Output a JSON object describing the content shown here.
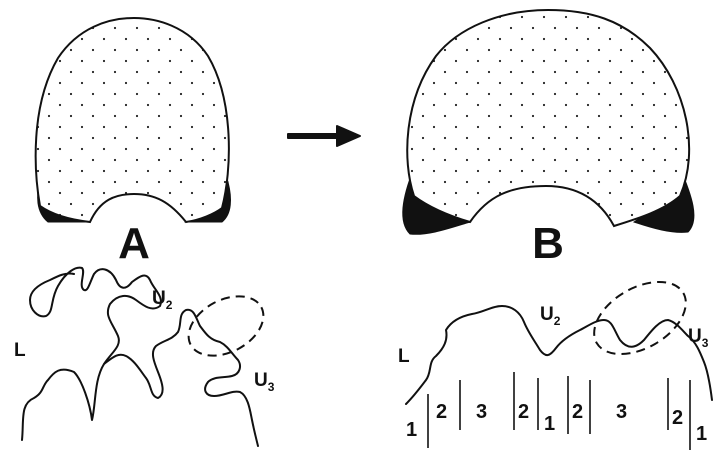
{
  "panel_a": {
    "letter": "A",
    "suture_label_l": "L",
    "suture_label_u2": {
      "base": "U",
      "sub": "2"
    },
    "suture_label_u3": {
      "base": "U",
      "sub": "3"
    }
  },
  "panel_b": {
    "letter": "B",
    "suture_label_l": "L",
    "suture_label_u2": {
      "base": "U",
      "sub": "2"
    },
    "suture_label_u3": {
      "base": "U",
      "sub": "3"
    },
    "lobe_numbers": [
      "1",
      "2",
      "3",
      "2",
      "1",
      "2",
      "3",
      "2",
      "1"
    ]
  },
  "arrow": {
    "direction": "right"
  }
}
